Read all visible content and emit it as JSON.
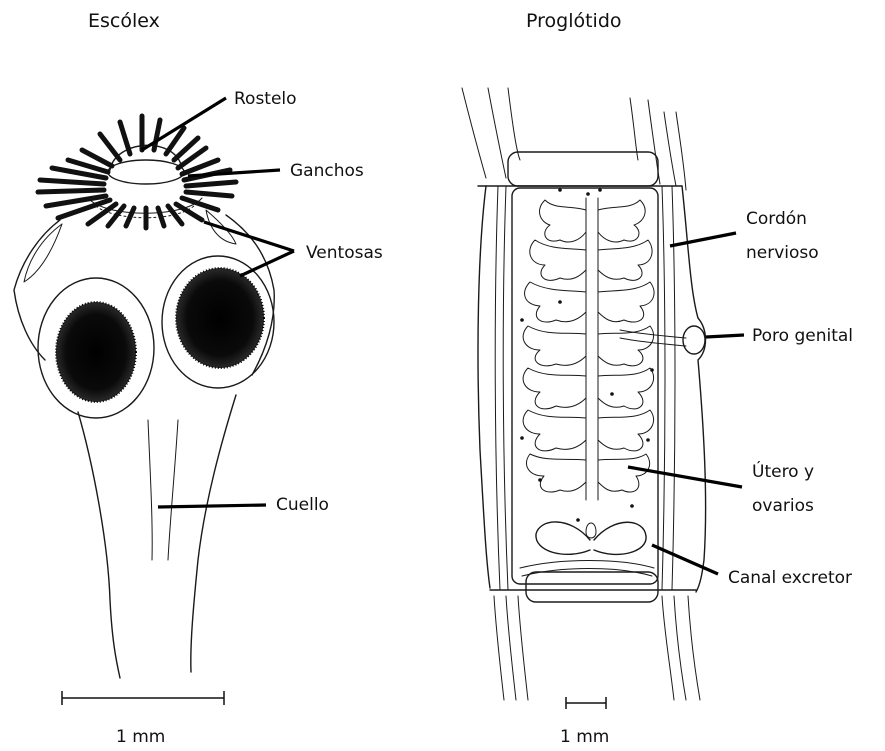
{
  "panels": {
    "scolex": {
      "title": "Escólex",
      "scale_label": "1 mm"
    },
    "proglottid": {
      "title": "Proglótido",
      "scale_label": "1 mm"
    }
  },
  "labels": {
    "rostelo": "Rostelo",
    "ganchos": "Ganchos",
    "ventosas": "Ventosas",
    "cuello": "Cuello",
    "cordon_line1": "Cordón",
    "cordon_line2": "nervioso",
    "poro_genital": "Poro genital",
    "utero_line1": "Útero y",
    "utero_line2": "ovarios",
    "canal_excretor": "Canal excretor"
  },
  "style": {
    "ink_color": "#1a1a1a",
    "background": "#ffffff"
  }
}
